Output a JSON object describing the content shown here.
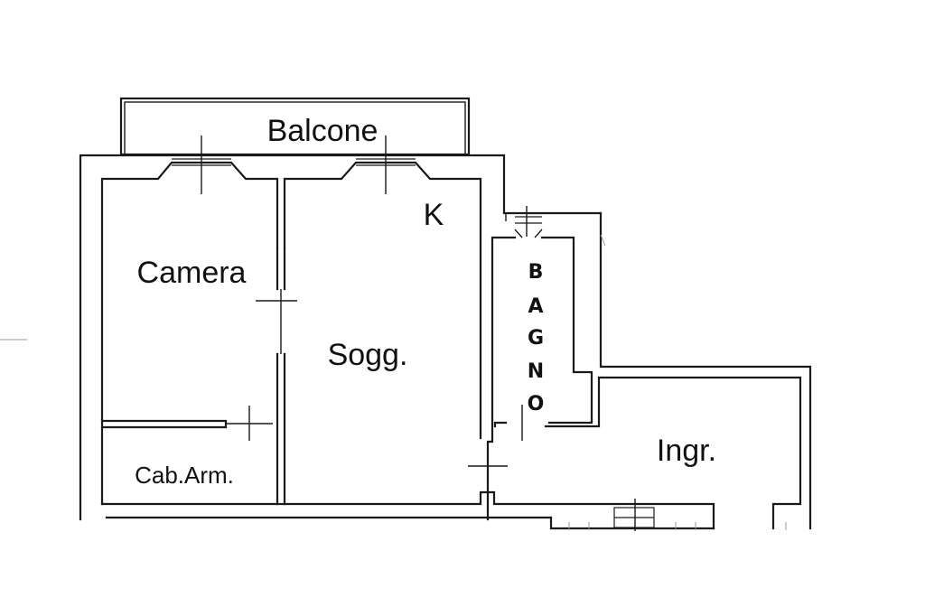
{
  "rooms": {
    "balcone": "Balcone",
    "camera": "Camera",
    "soggiorno": "Sogg.",
    "cucina": "K",
    "bagno": [
      "B",
      "A",
      "G",
      "N",
      "O"
    ],
    "cabina_armadio": "Cab.Arm.",
    "ingresso": "Ingr."
  }
}
